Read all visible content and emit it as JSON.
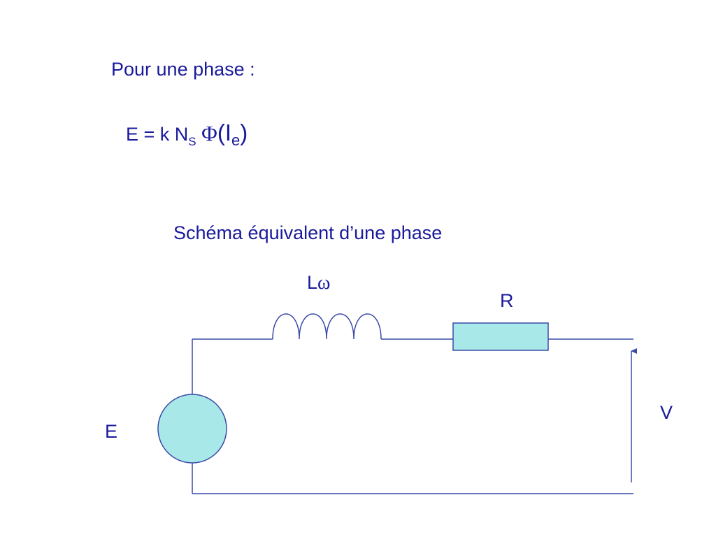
{
  "title": "Pour une phase :",
  "formula": {
    "lhs": "E = k N",
    "sub_s": "S",
    "phi": "Φ",
    "open_paren": "(",
    "current": "I",
    "sub_e": "e",
    "close_paren": ")"
  },
  "diagram": {
    "heading": "Schéma équivalent d’une phase",
    "labels": {
      "inductance_letter": "L",
      "inductance_omega": "ω",
      "resistor": "R",
      "source": "E",
      "voltage": "V"
    },
    "colors": {
      "text": "#1a1a9c",
      "wire": "#3a4aa8",
      "component_fill": "#a8e8e8",
      "component_stroke": "#3a4aa8"
    }
  }
}
